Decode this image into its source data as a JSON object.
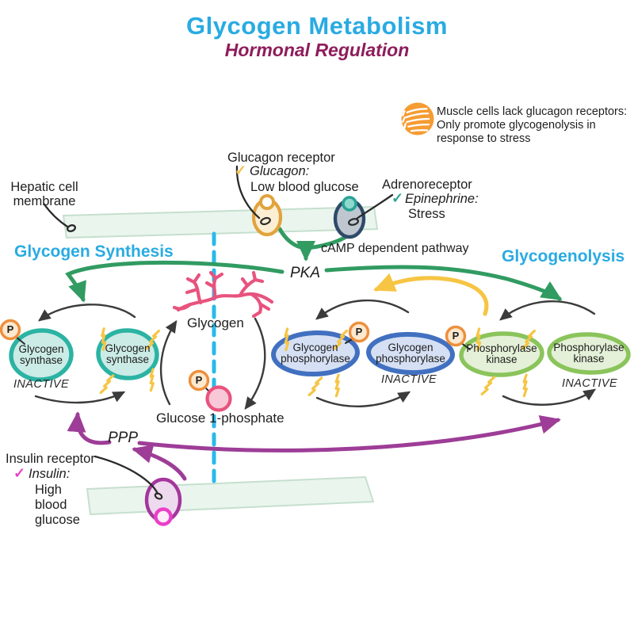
{
  "title": "Glycogen Metabolism",
  "subtitle": "Hormonal Regulation",
  "check": "✓",
  "note": {
    "line1": "Muscle cells lack glucagon receptors:",
    "line2": "Only promote glycogenolysis in",
    "line3": "response to stress"
  },
  "membrane_label": {
    "line1": "Hepatic cell",
    "line2": "membrane"
  },
  "receptors": {
    "glucagon": {
      "name": "Glucagon receptor",
      "hormone": "Glucagon:",
      "trigger": "Low blood glucose"
    },
    "adrenergic": {
      "name": "Adrenoreceptor",
      "hormone": "Epinephrine:",
      "trigger": "Stress"
    },
    "insulin": {
      "name": "Insulin receptor",
      "hormone": "Insulin:",
      "trigger1": "High",
      "trigger2": "blood",
      "trigger3": "glucose"
    }
  },
  "headings": {
    "synthesis": "Glycogen Synthesis",
    "glycogenolysis": "Glycogenolysis"
  },
  "pathway": {
    "camp": "cAMP dependent pathway",
    "pka": "PKA",
    "ppp": "PPP"
  },
  "molecules": {
    "glycogen": "Glycogen",
    "g1p": "Glucose 1-phosphate",
    "p": "P"
  },
  "enzymes": {
    "synthase": {
      "line1": "Glycogen",
      "line2": "synthase"
    },
    "phosphorylase": {
      "line1": "Glycogen",
      "line2": "phosphorylase"
    },
    "kinase": {
      "line1": "Phosphorylase",
      "line2": "kinase"
    },
    "inactive": "INACTIVE"
  },
  "colors": {
    "title_blue": "#29ABE2",
    "subtitle_magenta": "#8E1C5B",
    "green_arrow": "#319B62",
    "yellow_arrow": "#F6C544",
    "purple_arrow": "#9D3D97",
    "teal_enzyme": "#2BB3A3",
    "blue_enzyme": "#4170C0",
    "green_enzyme": "#8AC45B",
    "pink_glycogen": "#E8537E",
    "phosphate_orange": "#EE8F3D",
    "membrane_green": "#EAF5EE",
    "dashed_cyan": "#2BB9E9",
    "muscle_icon_orange": "#F59C33"
  }
}
